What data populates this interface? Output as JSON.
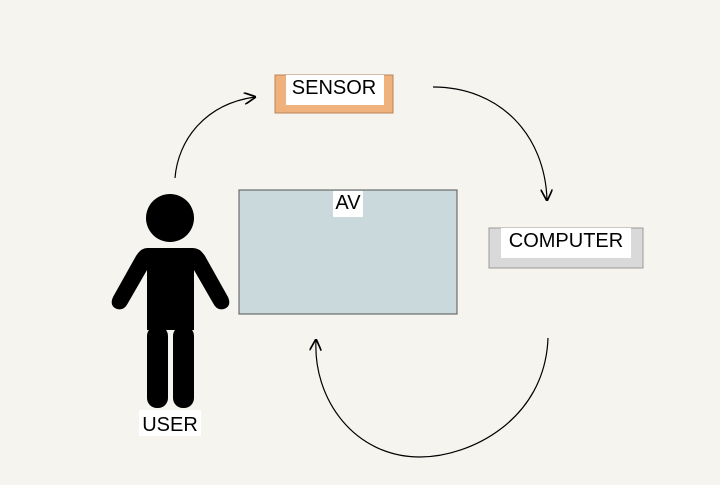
{
  "diagram": {
    "nodes": {
      "sensor": {
        "label": "SENSOR"
      },
      "computer": {
        "label": "COMPUTER"
      },
      "av": {
        "label": "AV"
      },
      "user": {
        "label": "USER"
      }
    },
    "colors": {
      "background": "#f5f4ef",
      "sensor_fill": "#f0b27d",
      "computer_fill": "#d9d9d9",
      "av_fill": "#c9d9dc",
      "person": "#000000",
      "label_bg": "#ffffff"
    },
    "icons": {
      "user": "person-icon",
      "flow": "curved-arrow"
    }
  }
}
